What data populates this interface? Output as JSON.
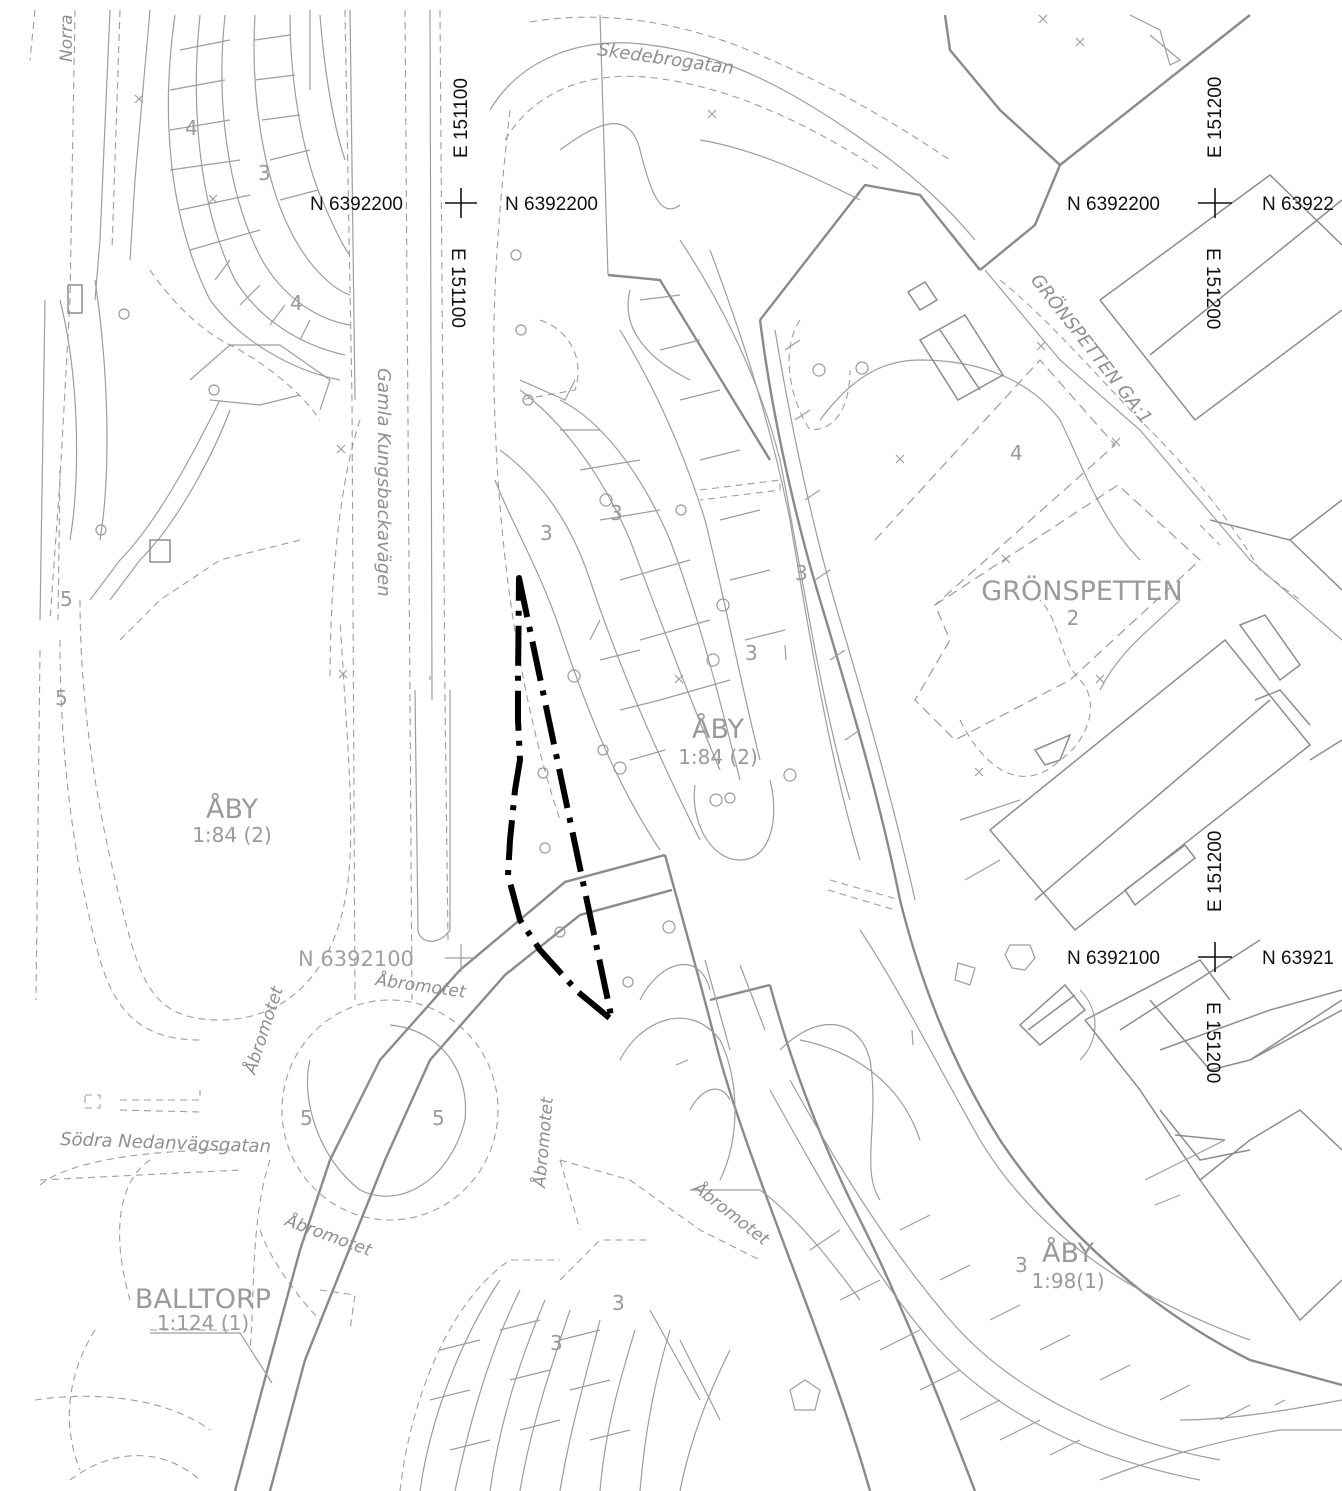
{
  "coordinates": {
    "n_6392200": "N 6392200",
    "n_6392200_right_partial": "N 63922",
    "n_6392100_grey": "N 6392100",
    "n_6392100": "N 6392100",
    "n_6392100_right_partial": "N 63921",
    "e_151100": "E 151100",
    "e_151200": "E 151200"
  },
  "places": {
    "aby": "ÅBY",
    "aby_west_parcel": "1:84 (2)",
    "aby_mid_parcel": "1:84 (2)",
    "aby_se_parcel": "1:98(1)",
    "gronspetten": "GRÖNSPETTEN",
    "gronspetten_parcel": "2",
    "gronspetten_ga": "GRÖNSPETTEN GA:1",
    "balltorp": "BALLTORP",
    "balltorp_parcel": "1:124 (1)"
  },
  "streets": {
    "norra": "Norra",
    "skedebrogatan": "Skedebrogatan",
    "gamla_kungsbackavagen": "Gamla Kungsbackavägen",
    "abromotet": "Åbromotet",
    "sodra_nedanvagsgatan": "Södra Nedanvägsgatan"
  },
  "contours": {
    "c3": "3",
    "c4": "4",
    "c5": "5"
  },
  "colors": {
    "map_line": "#9d9d9d",
    "plan_boundary": "#000000",
    "coordinate_text": "#111111"
  },
  "icons": [
    "grid-cross-icon",
    "tree-symbol-icon",
    "lamp-post-icon",
    "arrow-icon"
  ]
}
